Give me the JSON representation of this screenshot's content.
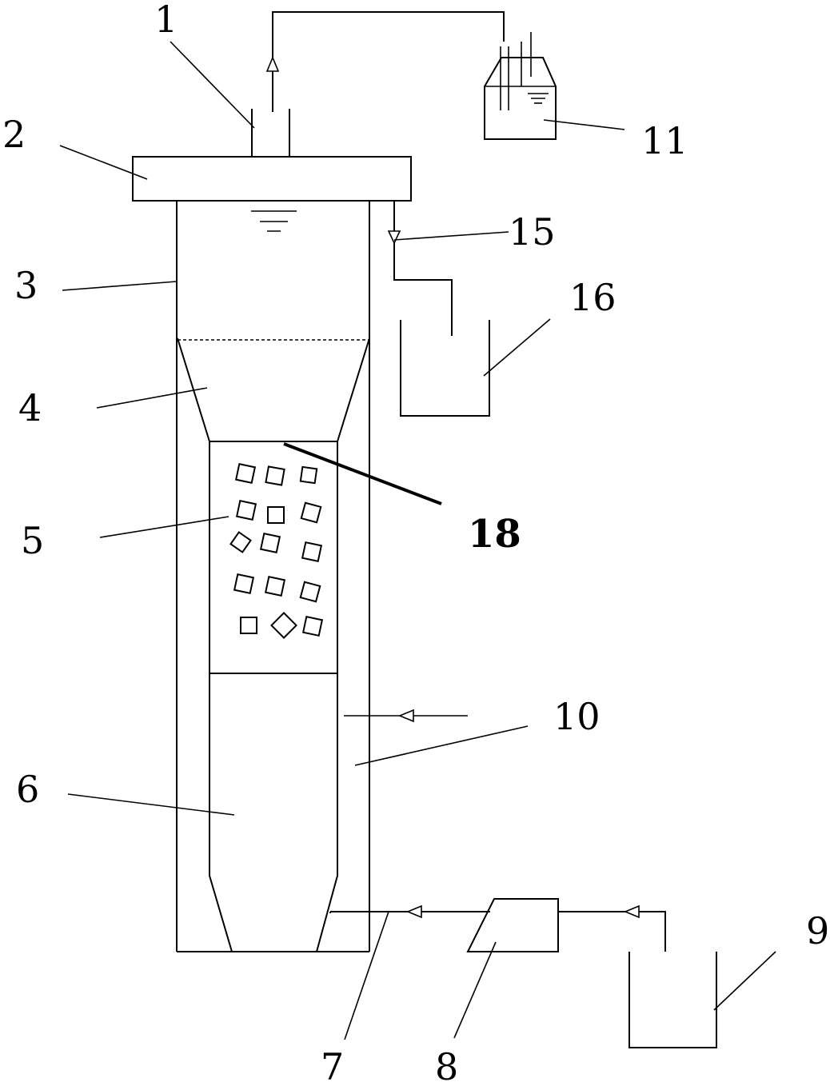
{
  "labels": {
    "l1": "1",
    "l2": "2",
    "l3": "3",
    "l4": "4",
    "l5": "5",
    "l6": "6",
    "l7": "7",
    "l8": "8",
    "l9": "9",
    "l10": "10",
    "l11": "11",
    "l15": "15",
    "l16": "16",
    "l18": "18"
  },
  "colors": {
    "line": "#000000",
    "background": "#ffffff"
  }
}
